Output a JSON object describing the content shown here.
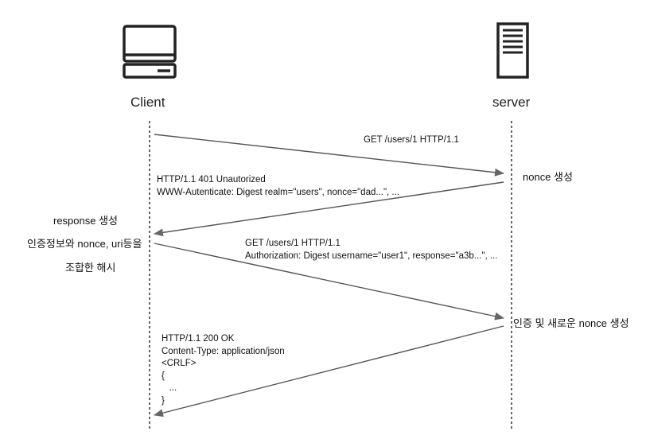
{
  "actors": {
    "client": {
      "label": "Client",
      "icon": "computer-monitor-icon"
    },
    "server": {
      "label": "server",
      "icon": "server-tower-icon"
    }
  },
  "messages": [
    {
      "direction": "client-to-server",
      "lines": [
        "GET /users/1 HTTP/1.1"
      ]
    },
    {
      "direction": "server-to-client",
      "lines": [
        "HTTP/1.1 401 Unautorized",
        "WWW-Autenticate: Digest realm=\"users\", nonce=\"dad...\", ..."
      ]
    },
    {
      "direction": "client-to-server",
      "lines": [
        "GET /users/1 HTTP/1.1",
        "Authorization: Digest username=\"user1\", response=\"a3b...\", ..."
      ]
    },
    {
      "direction": "server-to-client",
      "lines": [
        "HTTP/1.1 200 OK",
        "Content-Type: application/json",
        "<CRLF>",
        "{",
        "   ...",
        "}"
      ]
    }
  ],
  "notes": {
    "server_nonce": "nonce 생성",
    "client_response": [
      "response 생성",
      "인증정보와 nonce, uri등을",
      "조합한 해시"
    ],
    "server_auth": "인증 및 새로운 nonce 생성"
  },
  "colors": {
    "line": "#555555",
    "arrow": "#666666",
    "icon": "#222222",
    "lifeline": "#000000"
  }
}
